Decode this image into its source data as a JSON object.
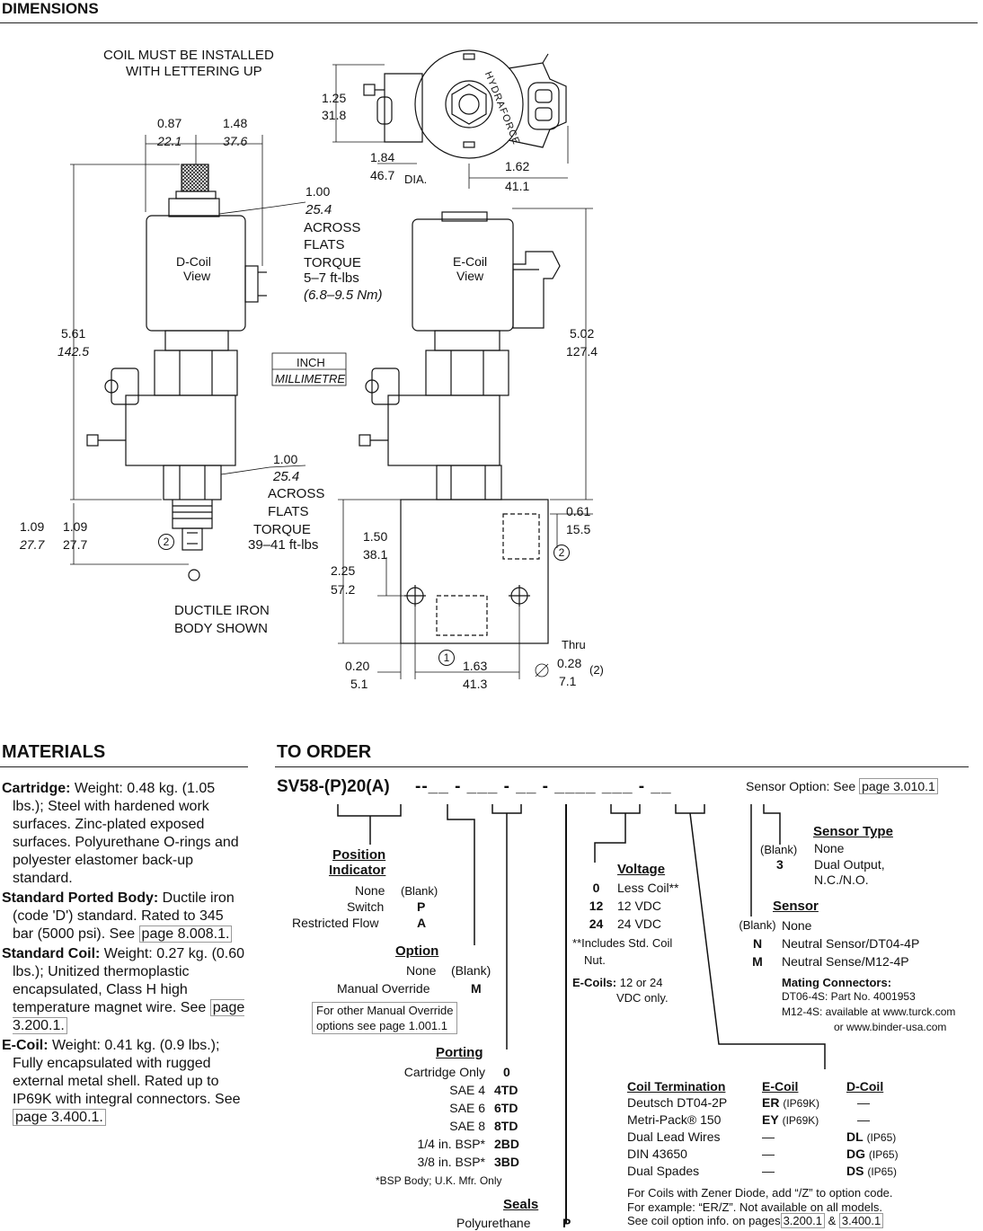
{
  "dimensions": {
    "heading": "DIMENSIONS",
    "coil_note": [
      "COIL MUST BE INSTALLED",
      "WITH LETTERING UP"
    ],
    "units_inch": "INCH",
    "units_mm": "MILLIMETRE",
    "d_coil": [
      "D-Coil",
      "View"
    ],
    "e_coil": [
      "E-Coil",
      "View"
    ],
    "brand": "HYDRAFORCE",
    "top_flats": {
      "in": "1.00",
      "mm": "25.4",
      "label1": "ACROSS",
      "label2": "FLATS",
      "torque": "TORQUE",
      "value": "5–7 ft-lbs",
      "metric": "(6.8–9.5 Nm)"
    },
    "bottom_flats": {
      "in": "1.00",
      "mm": "25.4",
      "label1": "ACROSS",
      "label2": "FLATS",
      "torque": "TORQUE",
      "value": "39–41 ft-lbs"
    },
    "dim_0_87": {
      "in": "0.87",
      "mm": "22.1"
    },
    "dim_1_48": {
      "in": "1.48",
      "mm": "37.6"
    },
    "dim_1_25": {
      "in": "1.25",
      "mm": "31.8"
    },
    "dim_1_84": {
      "in": "1.84",
      "mm": "46.7",
      "note": "DIA."
    },
    "dim_1_62": {
      "in": "1.62",
      "mm": "41.1"
    },
    "dim_5_61": {
      "in": "5.61",
      "mm": "142.5"
    },
    "dim_5_02": {
      "in": "5.02",
      "mm": "127.4"
    },
    "dim_1_09a": {
      "in": "1.09",
      "mm": "27.7"
    },
    "dim_1_09b": {
      "in": "1.09",
      "mm": "27.7"
    },
    "dim_1_50": {
      "in": "1.50",
      "mm": "38.1"
    },
    "dim_2_25": {
      "in": "2.25",
      "mm": "57.2"
    },
    "dim_0_61": {
      "in": "0.61",
      "mm": "15.5"
    },
    "dim_0_20": {
      "in": "0.20",
      "mm": "5.1"
    },
    "dim_1_63": {
      "in": "1.63",
      "mm": "41.3"
    },
    "dim_0_28": {
      "in": "0.28",
      "mm": "7.1",
      "thru": "Thru",
      "count": "(2)"
    },
    "port1": "1",
    "port2": "2",
    "body_note": [
      "DUCTILE IRON",
      "BODY SHOWN"
    ]
  },
  "materials": {
    "heading": "MATERIALS",
    "cartridge_label": "Cartridge:",
    "cartridge_text": " Weight: 0.48 kg. (1.05 lbs.); Steel with hardened work surfaces. Zinc-plated exposed surfaces. Polyurethane O-rings and polyester elastomer back-up standard.",
    "body_label": "Standard Ported Body:",
    "body_text": " Ductile iron (code 'D') standard. Rated to 345 bar (5000 psi).",
    "body_see": "See",
    "body_ref": "page 8.008.1.",
    "coil_label": "Standard Coil:",
    "coil_text": " Weight: 0.27 kg. (0.60 lbs.); Unitized thermoplastic encapsulated, Class H high temperature magnet wire.",
    "coil_see": "See",
    "coil_ref": "page 3.200.1.",
    "ecoil_label": "E-Coil:",
    "ecoil_text": " Weight: 0.41 kg. (0.9 lbs.); Fully encapsulated with rugged external metal shell. Rated up to IP69K with integral connectors.",
    "ecoil_see": "See",
    "ecoil_ref": "page 3.400.1."
  },
  "order": {
    "heading": "TO ORDER",
    "model": "SV58-(P)20(A)",
    "model_tail": "--__ - ___ - __ - ____ ___ - __",
    "sensor_option": "Sensor Option:  See",
    "sensor_ref": "page 3.010.1",
    "position": {
      "title1": "Position",
      "title2": "Indicator",
      "rows": [
        [
          "None",
          "(Blank)"
        ],
        [
          "Switch",
          "P"
        ],
        [
          "Restricted Flow",
          "A"
        ]
      ]
    },
    "option": {
      "title": "Option",
      "rows": [
        [
          "None",
          "(Blank)"
        ],
        [
          "Manual Override",
          "M"
        ]
      ],
      "note1": "For other Manual Override",
      "note2": "options see page 1.001.1"
    },
    "porting": {
      "title": "Porting",
      "rows": [
        [
          "Cartridge Only",
          "0"
        ],
        [
          "SAE 4",
          "4TD"
        ],
        [
          "SAE 6",
          "6TD"
        ],
        [
          "SAE 8",
          "8TD"
        ],
        [
          "1/4 in. BSP*",
          "2BD"
        ],
        [
          "3/8 in. BSP*",
          "3BD"
        ]
      ],
      "note": "*BSP Body; U.K. Mfr. Only"
    },
    "seals": {
      "title": "Seals",
      "rows": [
        [
          "Polyurethane",
          "P"
        ]
      ]
    },
    "voltage": {
      "title": "Voltage",
      "rows": [
        [
          "0",
          "Less Coil**"
        ],
        [
          "12",
          "12 VDC"
        ],
        [
          "24",
          "24 VDC"
        ]
      ],
      "note1": "**Includes Std. Coil",
      "note2": "Nut.",
      "ecoils_label": "E-Coils:",
      "ecoils_text1": "12 or 24",
      "ecoils_text2": "VDC only."
    },
    "sensor_type": {
      "title": "Sensor Type",
      "rows": [
        [
          "(Blank)",
          "None"
        ],
        [
          "3",
          "Dual Output,"
        ]
      ],
      "extra": "N.C./N.O."
    },
    "sensor": {
      "title": "Sensor",
      "rows": [
        [
          "(Blank)",
          "None"
        ],
        [
          "N",
          "Neutral Sensor/DT04-4P"
        ],
        [
          "M",
          "Neutral Sense/M12-4P"
        ]
      ]
    },
    "mating": {
      "title": "Mating Connectors",
      "line1": "DT06-4S: Part No. 4001953",
      "line2": "M12-4S: available at www.turck.com",
      "line3": "or www.binder-usa.com"
    },
    "termination": {
      "headers": [
        "Coil Termination",
        "E-Coil",
        "D-Coil"
      ],
      "rows": [
        {
          "name": "Deutsch DT04-2P",
          "e": "ER",
          "e_rating": "(IP69K)",
          "d": "—",
          "d_rating": ""
        },
        {
          "name": "Metri-Pack® 150",
          "e": "EY",
          "e_rating": "(IP69K)",
          "d": "—",
          "d_rating": ""
        },
        {
          "name": "Dual Lead Wires",
          "e": "—",
          "e_rating": "",
          "d": "DL",
          "d_rating": "(IP65)"
        },
        {
          "name": "DIN 43650",
          "e": "—",
          "e_rating": "",
          "d": "DG",
          "d_rating": "(IP65)"
        },
        {
          "name": "Dual Spades",
          "e": "—",
          "e_rating": "",
          "d": "DS",
          "d_rating": "(IP65)"
        }
      ],
      "note1": "For Coils with Zener Diode, add “/Z” to option code.",
      "note2": "For example: “ER/Z”. Not available on all models.",
      "note3": "See coil option info. on pages",
      "ref1": "3.200.1",
      "amp": "&",
      "ref2": "3.400.1"
    }
  }
}
